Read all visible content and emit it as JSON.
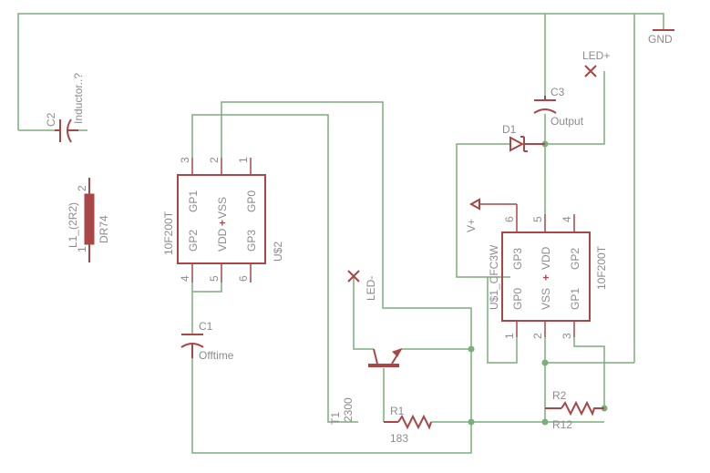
{
  "gnd": {
    "label": "GND"
  },
  "c2": {
    "name": "C2",
    "value": "Inductor..?"
  },
  "l1": {
    "name": "L1_(2R2)",
    "value": "DR74",
    "pin1": "1",
    "pin2": "2"
  },
  "u2": {
    "name": "U$2",
    "value": "10F200T",
    "pins": [
      "GP1",
      "VDD",
      "+",
      "VSS",
      "GP0",
      "GP2",
      "GP3"
    ],
    "pin_numbers": [
      "3",
      "2",
      "1",
      "4",
      "5",
      "6"
    ]
  },
  "c1": {
    "name": "C1",
    "value": "Offtime"
  },
  "led_minus": {
    "label": "LED-"
  },
  "t1": {
    "name": "T1",
    "value": "2300"
  },
  "r1": {
    "name": "R1",
    "value": "183"
  },
  "c3": {
    "name": "C3",
    "value": "Output"
  },
  "led_plus": {
    "label": "LED+"
  },
  "d1": {
    "name": "D1"
  },
  "vplus": {
    "label": "V+"
  },
  "u1": {
    "name": "U$1_CFC3W",
    "value": "10F200T",
    "pins": [
      "GP3",
      "VDD",
      "+",
      "VSS",
      "GP2",
      "GP0",
      "GP1"
    ],
    "pin_numbers": [
      "6",
      "5",
      "4",
      "1",
      "2",
      "3"
    ]
  },
  "r2": {
    "name": "R2",
    "value": "R12"
  }
}
